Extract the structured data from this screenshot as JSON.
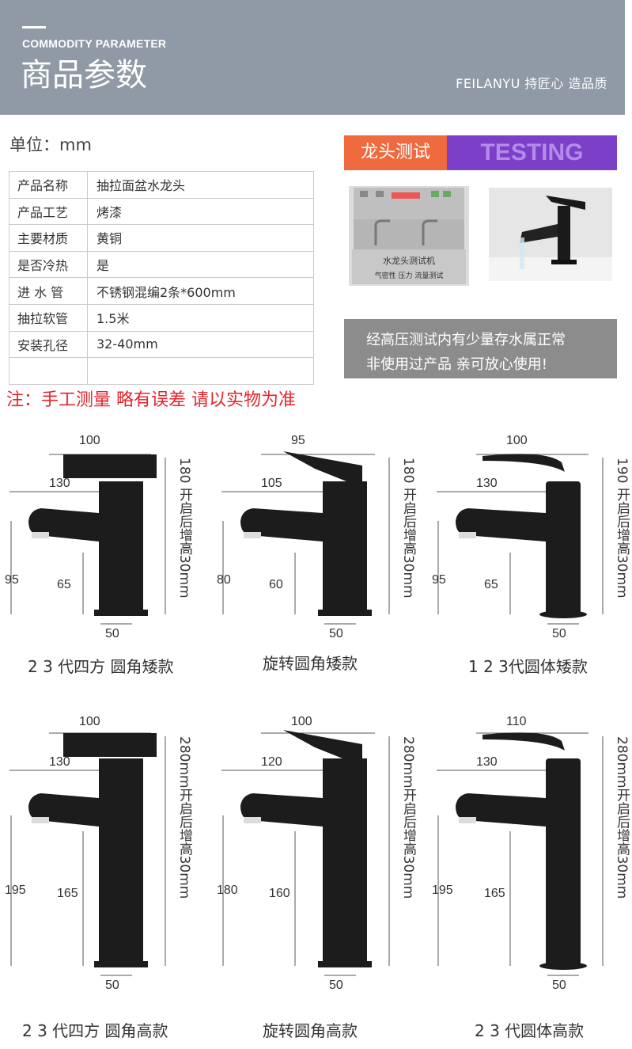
{
  "header": {
    "subtitle_en": "COMMODITY PARAMETER",
    "title": "商品参数",
    "brand": "FEILANYU 持匠心 造品质"
  },
  "unit": "单位：mm",
  "params": [
    {
      "k": "产品名称",
      "v": "抽拉面盆水龙头"
    },
    {
      "k": "产品工艺",
      "v": "烤漆"
    },
    {
      "k": "主要材质",
      "v": "黄铜"
    },
    {
      "k": "是否冷热",
      "v": "是"
    },
    {
      "k": "进 水 管",
      "v": "不锈钢混编2条*600mm"
    },
    {
      "k": "抽拉软管",
      "v": "1.5米"
    },
    {
      "k": "安装孔径",
      "v": "32-40mm"
    },
    {
      "k": "",
      "v": ""
    }
  ],
  "testing": {
    "label_cn": "龙头测试",
    "label_en": "TESTING",
    "machine_text": "水龙头测试机",
    "machine_sub": "气密性  压力  流量测试",
    "note_line1": "经高压测试内有少量存水属正常",
    "note_line2": "非使用过产品 亲可放心使用!"
  },
  "warning": "注：手工测量 略有误差 请以实物为准",
  "models": [
    {
      "top": "100",
      "spout": "130",
      "h1": "95",
      "h2": "65",
      "base": "50",
      "height": "180 开启后增高30mm",
      "caption": "2 3 代四方 圆角矮款"
    },
    {
      "top": "95",
      "spout": "105",
      "h1": "80",
      "h2": "60",
      "base": "50",
      "height": "180 开启后增高30mm",
      "caption": "旋转圆角矮款"
    },
    {
      "top": "100",
      "spout": "130",
      "h1": "95",
      "h2": "65",
      "base": "50",
      "height": "190 开启后增高30mm",
      "caption": "1 2 3代圆体矮款"
    },
    {
      "top": "100",
      "spout": "130",
      "h1": "195",
      "h2": "165",
      "base": "50",
      "height": "280mm开启后增高30mm",
      "caption": "2 3 代四方 圆角高款"
    },
    {
      "top": "100",
      "spout": "120",
      "h1": "180",
      "h2": "160",
      "base": "50",
      "height": "280mm开启后增高30mm",
      "caption": "旋转圆角高款"
    },
    {
      "top": "110",
      "spout": "130",
      "h1": "195",
      "h2": "165",
      "base": "50",
      "height": "280mm开启后增高30mm",
      "caption": "2 3 代圆体高款"
    }
  ]
}
